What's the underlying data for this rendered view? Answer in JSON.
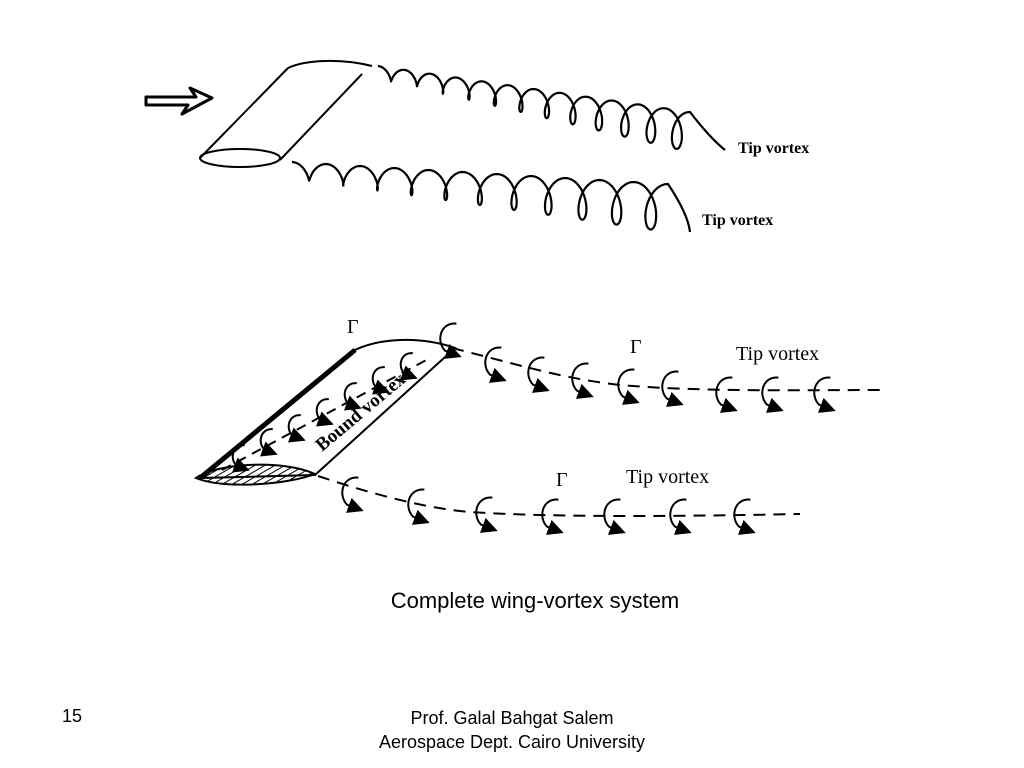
{
  "diagram": {
    "top": {
      "upper_label": "Tip vortex",
      "lower_label": "Tip vortex"
    },
    "bottom": {
      "gamma_left": "Γ",
      "gamma_upper": "Γ",
      "gamma_lower": "Γ",
      "bound_label": "Bound vortex",
      "upper_label": "Tip vortex",
      "lower_label": "Tip vortex"
    }
  },
  "caption": "Complete wing-vortex system",
  "footer": {
    "slide_number": "15",
    "author": "Prof. Galal Bahgat Salem",
    "department": "Aerospace Dept. Cairo University"
  }
}
